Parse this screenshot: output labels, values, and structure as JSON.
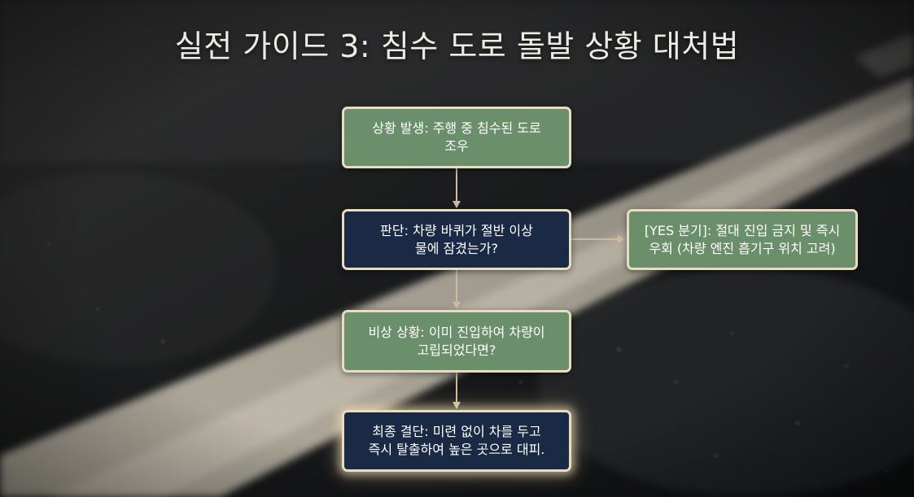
{
  "title": "실전 가이드 3: 침수 도로 돌발 상황 대처법",
  "colors": {
    "green_box": "#6b8e6b",
    "navy_box": "#1a2a44",
    "border": "#e7dcc4",
    "connector": "#cdbb9f",
    "road_stripe": "#d8d0c0"
  },
  "nodes": {
    "situation": "상황 발생: 주행 중 침수된 도로\n조우",
    "judgment": "판단: 차량 바퀴가 절반 이상\n물에 잠겼는가?",
    "yes_branch": "[YES 분기]: 절대 진입 금지 및 즉시\n우회 (차량 엔진 흡기구 위치 고려)",
    "emergency": "비상 상황: 이미 진입하여 차량이\n고립되었다면?",
    "final": "최종 결단: 미련 없이 차를 두고\n즉시 탈출하여 높은 곳으로 대피."
  }
}
